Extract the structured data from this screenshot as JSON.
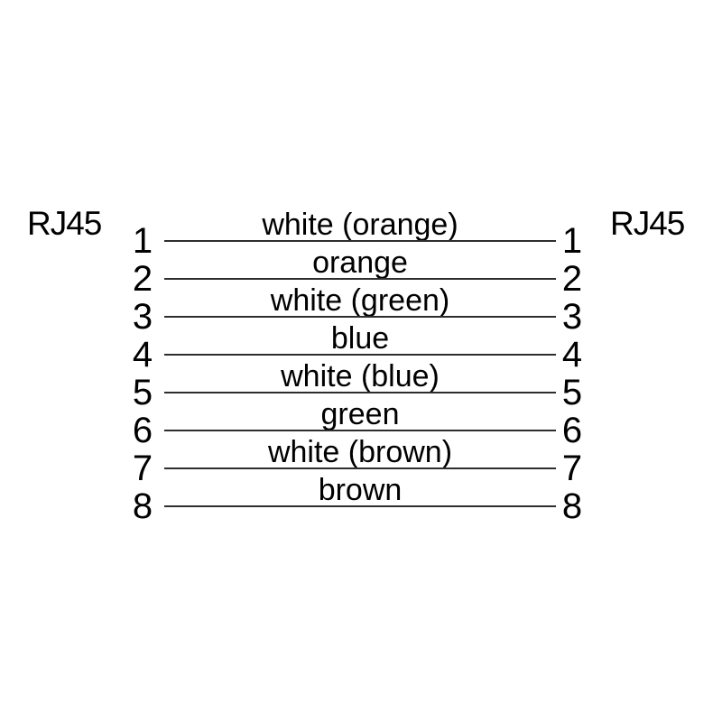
{
  "diagram": {
    "left_connector_label": "RJ45",
    "right_connector_label": "RJ45",
    "background_color": "#ffffff",
    "line_color": "#2e2e2e",
    "text_color": "#000000",
    "wires": [
      {
        "pin_left": "1",
        "pin_right": "1",
        "label": "white (orange)"
      },
      {
        "pin_left": "2",
        "pin_right": "2",
        "label": "orange"
      },
      {
        "pin_left": "3",
        "pin_right": "3",
        "label": "white (green)"
      },
      {
        "pin_left": "4",
        "pin_right": "4",
        "label": "blue"
      },
      {
        "pin_left": "5",
        "pin_right": "5",
        "label": "white (blue)"
      },
      {
        "pin_left": "6",
        "pin_right": "6",
        "label": "green"
      },
      {
        "pin_left": "7",
        "pin_right": "7",
        "label": "white (brown)"
      },
      {
        "pin_left": "8",
        "pin_right": "8",
        "label": "brown"
      }
    ]
  }
}
